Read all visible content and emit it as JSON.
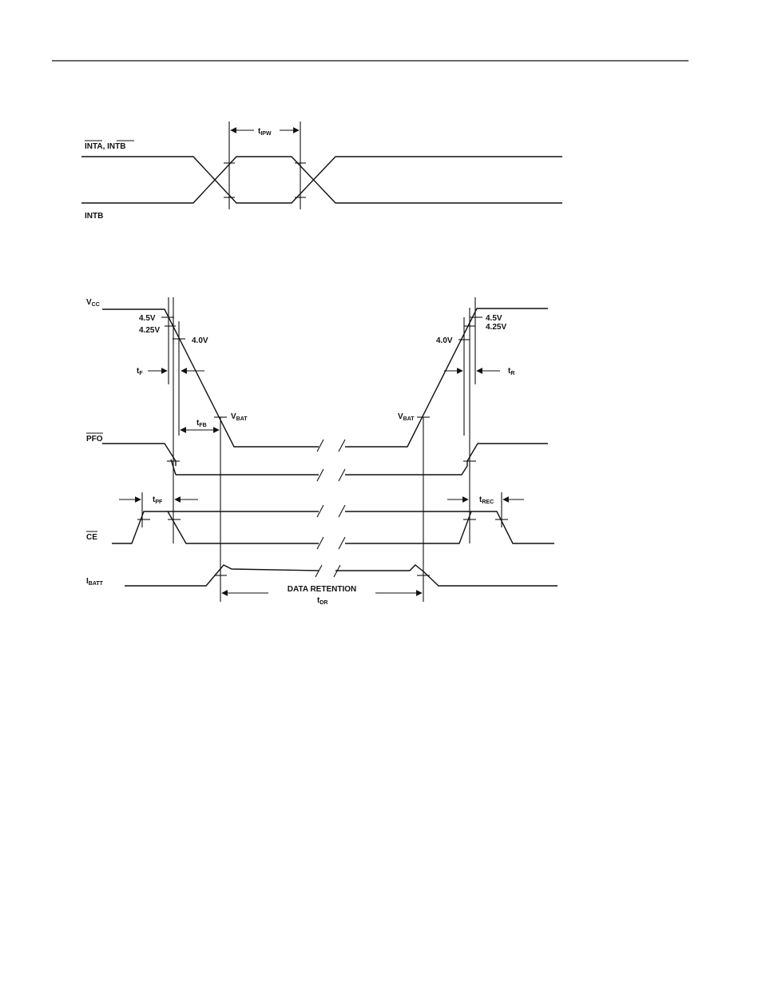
{
  "interrupt_diagram": {
    "signal_top": "INTA, INTB",
    "signal_bottom": "INTB",
    "pulse_width": {
      "base": "t",
      "sub": "IPW"
    }
  },
  "power_diagram": {
    "vcc": {
      "base": "V",
      "sub": "CC"
    },
    "v45": "4.5V",
    "v425": "4.25V",
    "v40": "4.0V",
    "tf": {
      "base": "t",
      "sub": "F"
    },
    "tr": {
      "base": "t",
      "sub": "R"
    },
    "tfb": {
      "base": "t",
      "sub": "FB"
    },
    "vbat": {
      "base": "V",
      "sub": "BAT"
    },
    "pfo": "PFO",
    "tpf": {
      "base": "t",
      "sub": "PF"
    },
    "trec": {
      "base": "t",
      "sub": "REC"
    },
    "ce": "CE",
    "ibatt": {
      "base": "I",
      "sub": "BATT"
    },
    "data_retention": "DATA RETENTION",
    "tdr": {
      "base": "t",
      "sub": "DR"
    }
  }
}
